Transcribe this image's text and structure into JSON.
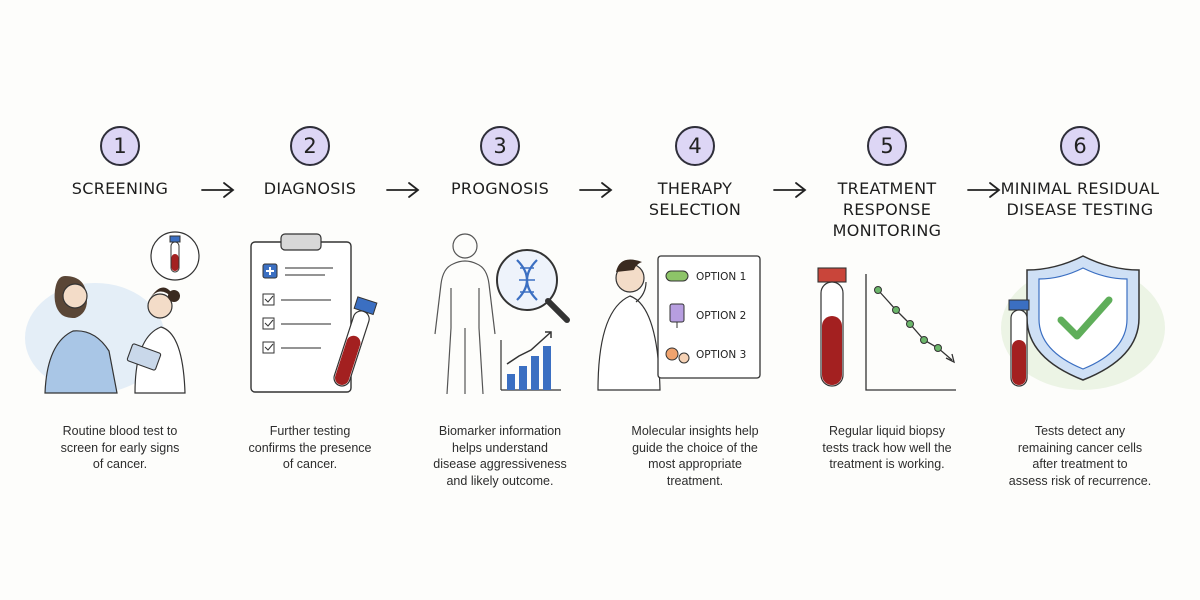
{
  "steps": [
    {
      "num": "1",
      "title": "SCREENING",
      "desc": "Routine blood test to\nscreen for early signs\nof cancer."
    },
    {
      "num": "2",
      "title": "DIAGNOSIS",
      "desc": "Further testing\nconfirms the presence\nof cancer."
    },
    {
      "num": "3",
      "title": "PROGNOSIS",
      "desc": "Biomarker information\nhelps understand\ndisease aggressiveness\nand likely outcome."
    },
    {
      "num": "4",
      "title": "THERAPY\nSELECTION",
      "desc": "Molecular insights help\nguide the choice of the\nmost appropriate\ntreatment."
    },
    {
      "num": "5",
      "title": "TREATMENT\nRESPONSE\nMONITORING",
      "desc": "Regular liquid biopsy\ntests track how well the\ntreatment is working."
    },
    {
      "num": "6",
      "title": "MINIMAL RESIDUAL\nDISEASE TESTING",
      "desc": "Tests detect any\nremaining cancer cells\nafter treatment to\nassess risk of recurrence."
    }
  ],
  "therapy_options": [
    "OPTION 1",
    "OPTION 2",
    "OPTION 3"
  ],
  "colors": {
    "badge": "#ddd6f5",
    "blood": "#a32020",
    "accent_blue": "#3b6fc2",
    "shield_green": "#5fae5a"
  },
  "icons": [
    "arrow-right-icon",
    "blood-tube-icon",
    "clipboard-icon",
    "magnifier-dna-icon",
    "bar-chart-icon",
    "pill-icon",
    "iv-bag-icon",
    "tablets-icon",
    "decline-chart-icon",
    "shield-check-icon"
  ]
}
